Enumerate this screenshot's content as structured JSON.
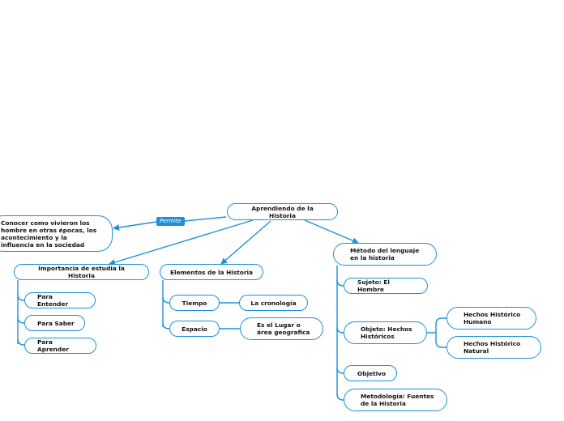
{
  "root": "Aprendiendo de la Historia",
  "link_label": "Permite",
  "purpose": "Conocer como vivieron los\nhombre en otras épocas, los\nacontecimiento y la\ninfluencia en la sociedad",
  "importancia": {
    "title": "Importancia de estudia la Historia",
    "items": [
      "Para Entender",
      "Para Saber",
      "Para Aprender"
    ]
  },
  "elementos": {
    "title": "Elementos de la Historia",
    "tiempo": "Tiempo",
    "cronologia": "La cronología",
    "espacio": "Espacio",
    "lugar": "Es el Lugar o\nárea geografica"
  },
  "metodo": {
    "title": "Método del lenguaje\nen la historia",
    "sujeto": "Sujeto: El Hombre",
    "objeto": "Objeto: Hechos\nHistóricos",
    "humano": "Hechos Histórico\nHumano",
    "natural": "Hechos Histórico\nNatural",
    "objetivo": "Objetivo",
    "metodologia": "Metodología: Fuentes\nde la Historia"
  },
  "colors": {
    "line": "#1e90d8",
    "tag_bg": "#1e90d8",
    "text": "#111111"
  }
}
